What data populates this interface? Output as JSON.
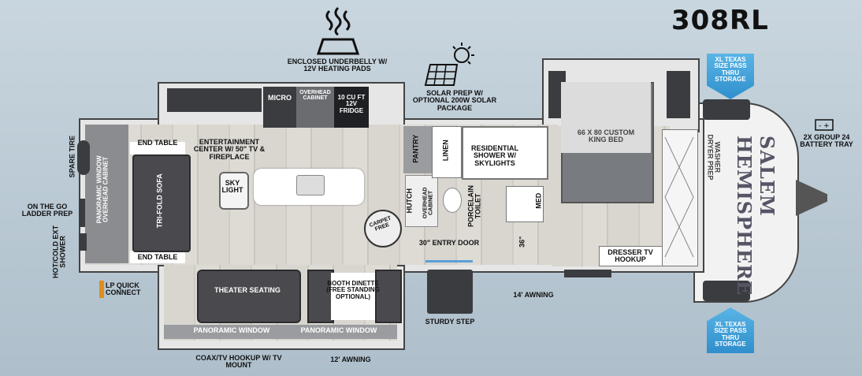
{
  "model": "308RL",
  "brand_logo": "SALEM HEMISPHERE",
  "features": {
    "underbelly": "ENCLOSED UNDERBELLY W/ 12V HEATING PADS",
    "solar": "SOLAR PREP W/ OPTIONAL 200W SOLAR PACKAGE",
    "storage_top": "XL TEXAS SIZE PASS THRU STORAGE",
    "storage_bottom": "XL TEXAS SIZE PASS THRU STORAGE",
    "battery": "2X GROUP 24 BATTERY TRAY"
  },
  "labels": {
    "micro": "MICRO",
    "overhead_cabinet_top": "OVERHEAD CABINET",
    "fridge": "10 CU FT 12V FRIDGE",
    "entertainment": "ENTERTAINMENT CENTER W/ 50\" TV & FIREPLACE",
    "end_table_top": "END TABLE",
    "end_table_bottom": "END TABLE",
    "sofa": "TRI-FOLD SOFA",
    "panoramic_left": "PANORAMIC WINDOW OVERHEAD CABINET",
    "spare_tire": "SPARE TIRE",
    "ladder": "ON THE GO LADDER PREP",
    "ext_shower": "HOT/COLD EXT SHOWER",
    "lp": "LP QUICK CONNECT",
    "skylight": "SKY LIGHT",
    "pantry": "PANTRY",
    "hutch": "HUTCH",
    "overhead_cabinet_mid": "OVERHEAD CABINET",
    "carpet_free": "CARPET FREE",
    "linen": "LINEN",
    "shower": "RESIDENTIAL SHOWER W/ SKYLIGHTS",
    "toilet": "PORCELAIN TOILET",
    "med": "MED",
    "entry_door": "30\" ENTRY DOOR",
    "width_36": "36\"",
    "bed": "66 X 80 CUSTOM KING BED",
    "washer": "WASHER DRYER PREP",
    "dresser": "DRESSER TV HOOKUP",
    "theater": "THEATER SEATING",
    "booth": "BOOTH DINETTE (FREE STANDING OPTIONAL)",
    "pano_window_1": "PANORAMIC WINDOW",
    "pano_window_2": "PANORAMIC WINDOW",
    "awning_14": "14' AWNING",
    "awning_12": "12' AWNING",
    "sturdy_step": "STURDY STEP",
    "coax": "COAX/TV HOOKUP W/ TV MOUNT"
  }
}
